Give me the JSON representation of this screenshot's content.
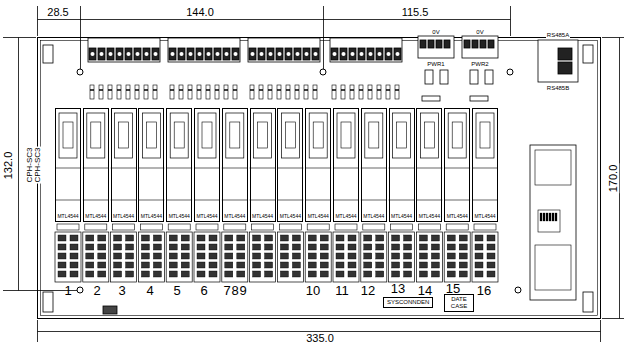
{
  "diagram": {
    "nodes": [
      {
        "text": [
          "MTL4544"
        ]
      },
      {
        "text": [
          "MTL4544"
        ]
      },
      {
        "text": [
          "MTL4544"
        ]
      },
      {
        "text": [
          "MTL4544"
        ]
      },
      {
        "text": [
          "MTL4544"
        ]
      },
      {
        "text": [
          "MTL4544"
        ]
      },
      {
        "text": [
          "MTL4544"
        ]
      },
      {
        "text": [
          "MTL4544"
        ]
      },
      {
        "text": [
          "MTL4544"
        ]
      },
      {
        "text": [
          "MTL4544"
        ]
      },
      {
        "text": [
          "MTL4544"
        ]
      },
      {
        "text": [
          "MTL4544"
        ]
      },
      {
        "text": [
          "MTL4544"
        ]
      },
      {
        "text": [
          "MTL4544"
        ]
      },
      {
        "text": [
          "MTL4544"
        ]
      },
      {
        "text": [
          "MTL4544"
        ]
      },
      {
        "text": [
          "SYSCONNDEN"
        ]
      },
      {
        "text": [
          "DATE CASE"
        ]
      }
    ],
    "labels": [
      "28.5",
      "144.0",
      "115.5",
      "132.0",
      "170.0",
      "335.0",
      "CPH-SC3",
      "CPH-SC3",
      "1",
      "2",
      "3",
      "4",
      "5",
      "6",
      "7",
      "8",
      "9",
      "10",
      "11",
      "12",
      "13",
      "14",
      "15",
      "16",
      "PWR1",
      "PWR2",
      "0V",
      "0V",
      "RS485A",
      "RS485B"
    ]
  }
}
